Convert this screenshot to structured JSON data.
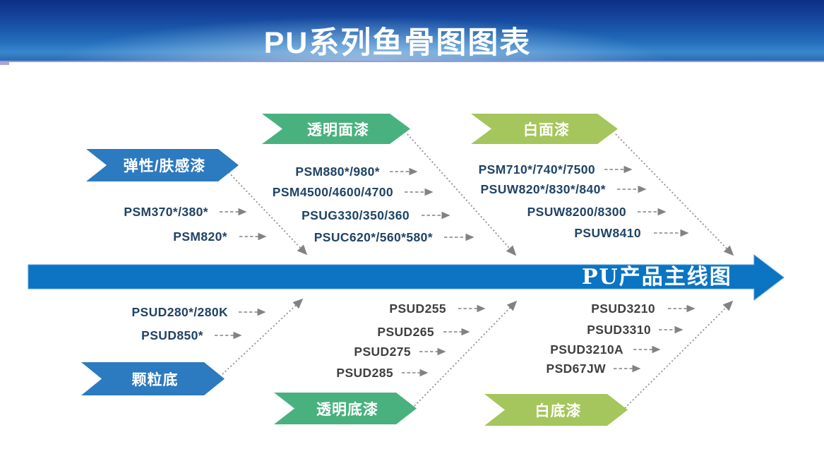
{
  "header": {
    "title": "PU系列鱼骨图图表"
  },
  "main_line": {
    "label": "PU产品主线图"
  },
  "colors": {
    "header_top": "#0d2f86",
    "header_mid": "#2470bd",
    "banner_blue": "#2C7ABF",
    "banner_green": "#49B17E",
    "banner_olive": "#A5C65C",
    "main_arrow_blue": "#0B74C3",
    "code_navy": "#1F4365",
    "code_gray": "#3F3F3F",
    "connector_gray": "#8F8F8F"
  },
  "branches": [
    {
      "id": "elastic-skin-topcoat",
      "label": "弹性/肤感漆",
      "side": "top-left",
      "items": [
        "PSM370*/380*",
        "PSM820*"
      ]
    },
    {
      "id": "clear-topcoat",
      "label": "透明面漆",
      "side": "top-middle",
      "items": [
        "PSM880*/980*",
        "PSM4500/4600/4700",
        "PSUG330/350/360",
        "PSUC620*/560*580*"
      ]
    },
    {
      "id": "white-topcoat",
      "label": "白面漆",
      "side": "top-right",
      "items": [
        "PSM710*/740*/7500",
        "PSUW820*/830*/840*",
        "PSUW8200/8300",
        "PSUW8410"
      ]
    },
    {
      "id": "granule-primer",
      "label": "颗粒底",
      "side": "bottom-left",
      "items": [
        "PSUD280*/280K",
        "PSUD850*"
      ]
    },
    {
      "id": "clear-primer",
      "label": "透明底漆",
      "side": "bottom-middle",
      "items": [
        "PSUD255",
        "PSUD265",
        "PSUD275",
        "PSUD285"
      ]
    },
    {
      "id": "white-primer",
      "label": "白底漆",
      "side": "bottom-right",
      "items": [
        "PSUD3210",
        "PSUD3310",
        "PSUD3210A",
        "PSD67JW"
      ]
    }
  ]
}
